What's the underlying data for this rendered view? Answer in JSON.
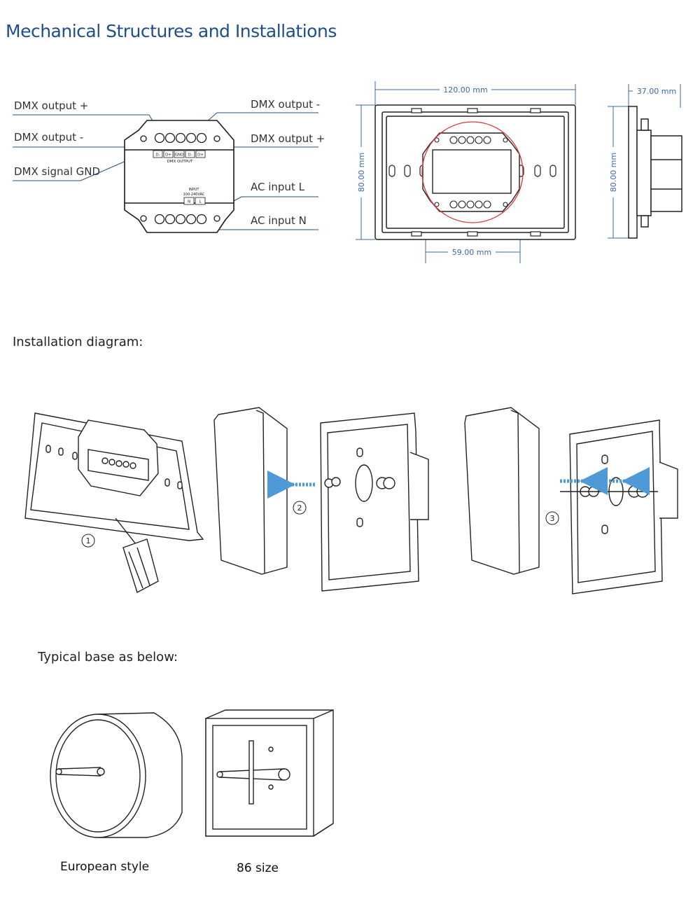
{
  "page": {
    "title": "Mechanical Structures and Installations",
    "installation_heading": "Installation diagram:",
    "base_heading": "Typical base as below:"
  },
  "wiring": {
    "labels": {
      "dmx_out_plus_left": "DMX output +",
      "dmx_out_minus_left": "DMX output -",
      "dmx_gnd": "DMX signal GND",
      "dmx_out_minus_right": "DMX output -",
      "dmx_out_plus_right": "DMX output +",
      "ac_l": "AC input  L",
      "ac_n": "AC input N"
    },
    "terminals_top": [
      "D-",
      "D+",
      "GND",
      "D-",
      "D+"
    ],
    "dmx_output_caption": "DMX OUTPUT",
    "input_caption": "INPUT",
    "input_voltage": "100-240VAC",
    "terminals_bottom": [
      "N",
      "L"
    ]
  },
  "dimensions": {
    "width": "120.00 mm",
    "height_front": "80.00 mm",
    "inner": "59.00 mm",
    "depth": "37.00 mm",
    "height_side": "80.00 mm"
  },
  "steps": [
    "1",
    "2",
    "3"
  ],
  "bases": {
    "european": "European style",
    "size86": "86 size"
  },
  "colors": {
    "title": "#1f4e8c",
    "dimension": "#3a6aa8",
    "highlight_circle": "#d9363e",
    "arrow": "#4d9ad6"
  }
}
